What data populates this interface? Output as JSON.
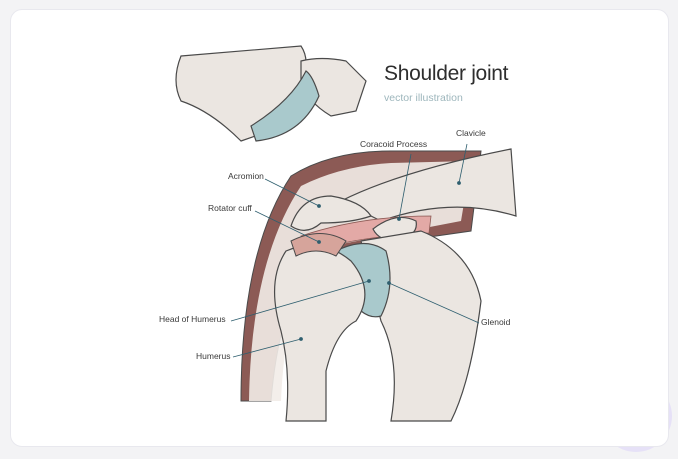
{
  "title": "Shoulder joint",
  "subtitle": "vector illustration",
  "labels": {
    "clavicle": "Clavicle",
    "coracoid": "Coracoid Process",
    "acromion": "Acromion",
    "rotator_cuff": "Rotator cuff",
    "head_of_humerus": "Head of Humerus",
    "humerus": "Humerus",
    "glenoid": "Glenoid"
  },
  "colors": {
    "bone": "#eae4de",
    "cartilage": "#a9c9cc",
    "muscle": "#8c5a55",
    "ligament": "#e3a9a6",
    "line": "#2f5f6f"
  }
}
